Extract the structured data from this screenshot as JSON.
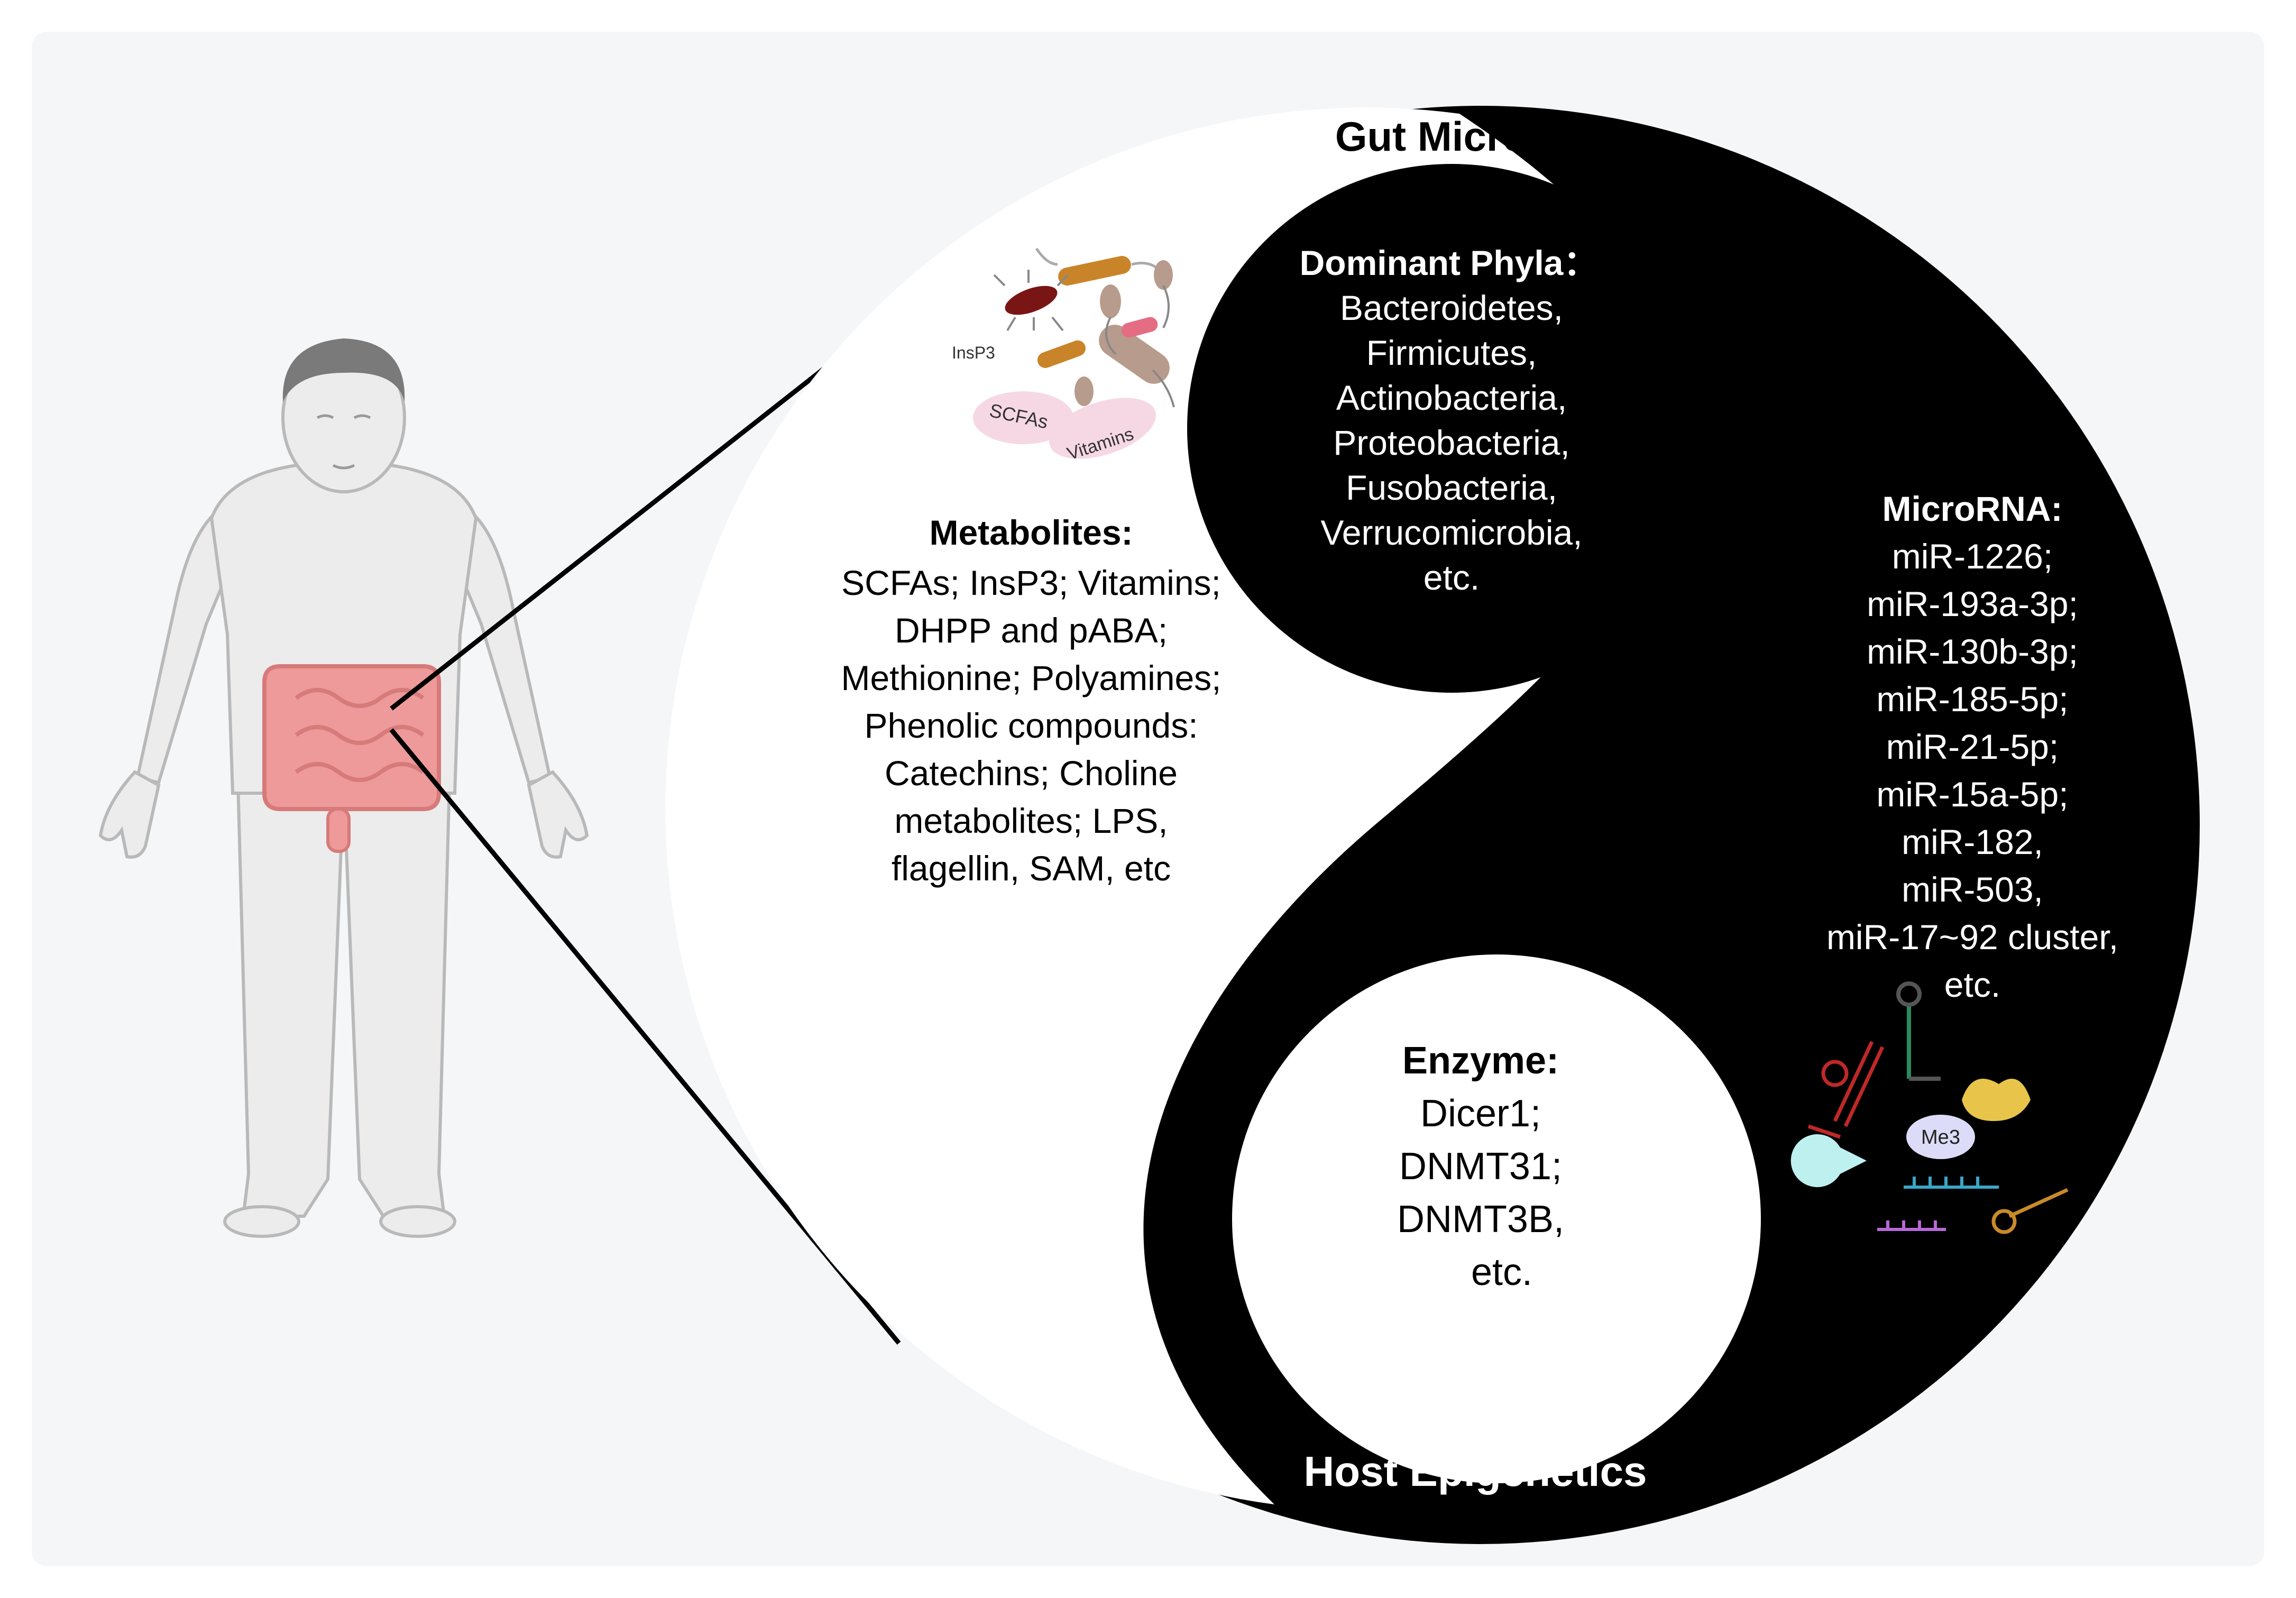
{
  "gut_microbiota": {
    "title": "Gut Microbiota",
    "dominant_phyla": {
      "heading": "Dominant Phyla：",
      "items": [
        "Bacteroidetes,",
        "Firmicutes,",
        "Actinobacteria,",
        "Proteobacteria,",
        "Fusobacteria,",
        "Verrucomicrobia,",
        "etc."
      ]
    },
    "metabolites": {
      "heading": "Metabolites:",
      "lines": [
        "SCFAs; InsP3; Vitamins;",
        "DHPP and pABA;",
        "Methionine; Polyamines;",
        "Phenolic compounds:",
        "Catechins; Choline",
        "metabolites; LPS,",
        "flagellin, SAM, etc"
      ]
    },
    "illustration_labels": {
      "insp3": "InsP3",
      "scfas": "SCFAs",
      "vitamins": "Vitamins"
    }
  },
  "host_epigenetics": {
    "title": "Host Epigenetics",
    "microrna": {
      "heading": "MicroRNA:",
      "items": [
        "miR-1226;",
        "miR-193a-3p;",
        "miR-130b-3p;",
        "miR-185-5p;",
        "miR-21-5p;",
        "miR-15a-5p;",
        "miR-182,",
        "miR-503,",
        "miR-17~92 cluster,",
        "etc."
      ]
    },
    "enzyme": {
      "heading": "Enzyme:",
      "items": [
        "Dicer1;",
        "DNMT31;",
        "DNMT3B,",
        "etc."
      ]
    },
    "illustration_labels": {
      "me3": "Me3"
    }
  },
  "colors": {
    "black": "#000000",
    "white": "#ffffff",
    "intestine": "#ee9a9a",
    "skin": "#eaeaea",
    "panel": "#f4f6f8"
  }
}
